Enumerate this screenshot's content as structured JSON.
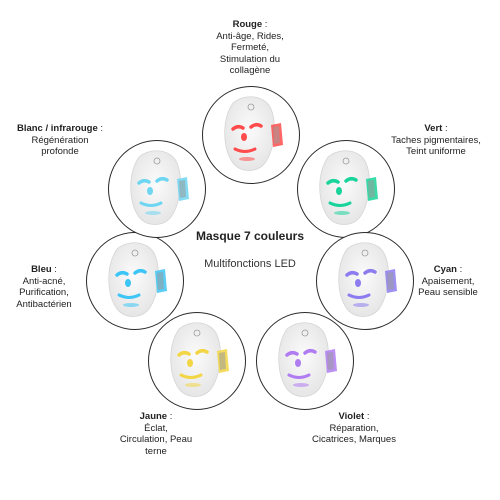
{
  "center": {
    "title": "Masque 7 couleurs",
    "subtitle": "Multifonctions LED"
  },
  "colors": [
    {
      "id": "rouge",
      "name": "Rouge",
      "sep": " :",
      "desc": "Anti-âge, Rides,\nFermeté,\nStimulation du\ncollagène",
      "light": "#ff4b4b"
    },
    {
      "id": "vert",
      "name": "Vert",
      "sep": " :",
      "desc": "Taches pigmentaires,\nTeint uniforme",
      "light": "#19d49a"
    },
    {
      "id": "cyan",
      "name": "Cyan",
      "sep": " :",
      "desc": "Apaisement,\nPeau sensible",
      "light": "#8c7cf0"
    },
    {
      "id": "violet",
      "name": "Violet",
      "sep": " :",
      "desc": "Réparation,\nCicatrices, Marques",
      "light": "#b07cf2"
    },
    {
      "id": "jaune",
      "name": "Jaune",
      "sep": " :",
      "desc": "Éclat,\nCirculation, Peau\nterne",
      "light": "#f2d645"
    },
    {
      "id": "bleu",
      "name": "Bleu",
      "sep": " :",
      "desc": "Anti-acné,\nPurification,\nAntibactérien",
      "light": "#3dc6f5"
    },
    {
      "id": "blanc",
      "name": "Blanc / infrarouge",
      "sep": " :",
      "desc": "Régénération\nprofonde",
      "light": "#6fd6f2"
    }
  ]
}
